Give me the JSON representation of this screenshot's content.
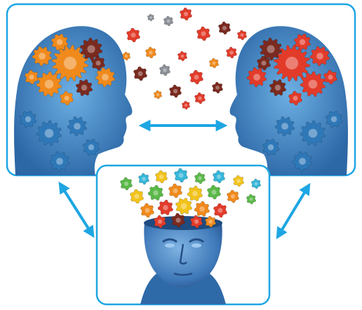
{
  "image": {
    "description_free": true,
    "panels": [
      {
        "role": "top-panel",
        "content": [
          "left-gear-head",
          "right-gear-head",
          "floating-gears",
          "horizontal-double-arrow"
        ]
      },
      {
        "role": "bottom-panel",
        "content": [
          "open-gear-head-face"
        ]
      }
    ],
    "connectors": [
      "left-diagonal-double-arrow",
      "right-diagonal-double-arrow"
    ]
  },
  "colors": {
    "frame": "#1ea6e3",
    "arrow": "#1ea6e3",
    "head_blue": "#2f78b8",
    "head_blue_light": "#5fa3d8",
    "gear_orange": "#f08a1c",
    "gear_red": "#e23b2a",
    "gear_dark": "#7a2a1f",
    "gear_gray": "#8a8f96",
    "gear_yellow": "#f2c31b",
    "gear_green": "#5ab848",
    "gear_cyan": "#36b6d8",
    "face_blue": "#4a86c4",
    "face_shade": "#2c5f99"
  },
  "icons": {
    "gear": "gear-icon",
    "double_arrow": "double-arrow-icon"
  }
}
